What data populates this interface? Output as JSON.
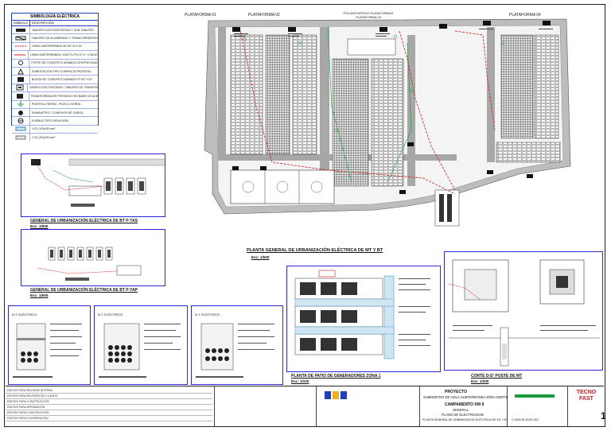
{
  "legend": {
    "title": "SIMBOLOGÍA ELÉCTRICA",
    "col_symbol": "SÍMBOLO",
    "col_desc": "DESCRIPCIÓN",
    "rows": [
      "TABLERO AUTOSOPORTADO / SUB-TABLERO",
      "TABLERO DE ALUMBRADO Y TOMACORRIENTES",
      "LÍNEA SUBTERRÁNEA DE MT 22.9 kV",
      "LÍNEA SUBTERRÁNEA / DUCTO PVC-P 4\" / 2 BUZONES",
      "POSTE DE CONCRETO ARMADO CENTRIFUGADO",
      "SUBESTACIÓN TIPO COMPACTA PEDESTAL",
      "BUZÓN DE CONCRETO ARMADO P/ MT Y BT",
      "GRUPO ELECTRÓGENO / TABLERO DE TRANSFERENCIA",
      "TRANSFORMADOR TRIFÁSICO EN BAÑO DE ACEITE",
      "PUESTA A TIERRA - POZO A TIERRA",
      "SUMINISTRO / CONEXIÓN DE CARGA",
      "FUSIBLE TIPO EXPULSIÓN",
      "Y-22 (1/0)x35 mm²",
      "Y-22 (2/0)x35 mm²"
    ]
  },
  "plan": {
    "platforms": [
      "PLATAFORMA 01",
      "PLATAFORMA 02",
      "POLIDEPORTIVO PLATAFORMAS PLATAFORMA 03",
      "PLATAFORMA 04"
    ],
    "title": "PLANTA GENERAL DE URBANIZACIÓN ELÉCTRICA DE MT Y BT",
    "scale": "Esc: 1/500"
  },
  "details": {
    "ptas_title": "GENERAL DE URBANIZACIÓN ELÉCTRICA DE BT  P-TAS",
    "ptas_scale": "Esc: 1/500",
    "ptap_title": "GENERAL DE URBANIZACIÓN ELÉCTRICA DE BT  P-TAP",
    "ptap_scale": "Esc: 1/500",
    "generators_title": "PLANTA DE PATIO DE GENERADORES ZONA 1",
    "generators_scale": "Esc: 1/100",
    "corte_title": "CORTE D-D' POSTE DE MT",
    "corte_scale": "Esc: 1/200",
    "section_labels": [
      "N.T. ELÉCTRICO",
      "N.T. ELÉCTRICO",
      "N.T. ELÉCTRICO"
    ]
  },
  "title_block": {
    "project_label": "PROYECTO",
    "project": "SUMINISTRO DE AGUA SUBTERRÁNEA ZONA NORTE",
    "camp": "CAMPAMENTO KM 9",
    "area": "GENERAL",
    "drawing": "PLANO DE ELECTRICIDAD",
    "drawing_sub": "PLANTA GENERAL DE URBANIZACIÓN ELÉCTRICA DE MT Y BT",
    "sheet": "1",
    "logo_text": "TECNO FAST",
    "code": "C-0002-IE-ELEC-001"
  },
  "revisions": [
    "EMITIDO PARA REVISIÓN INTERNA",
    "EMITIDO PARA REVISIÓN DEL CLIENTE",
    "EMITIDO PARA CONSTRUCCIÓN",
    "EMITIDO PARA APROBACIÓN",
    "EMITIDO PARA CONSTRUCCIÓN",
    "EMITIDO PARA COORDINACIÓN"
  ],
  "colors": {
    "frame_blue": "#2b2bd6",
    "cable_red": "#d62020",
    "ground_green": "#1a9a3a",
    "logo_red": "#d01818"
  }
}
